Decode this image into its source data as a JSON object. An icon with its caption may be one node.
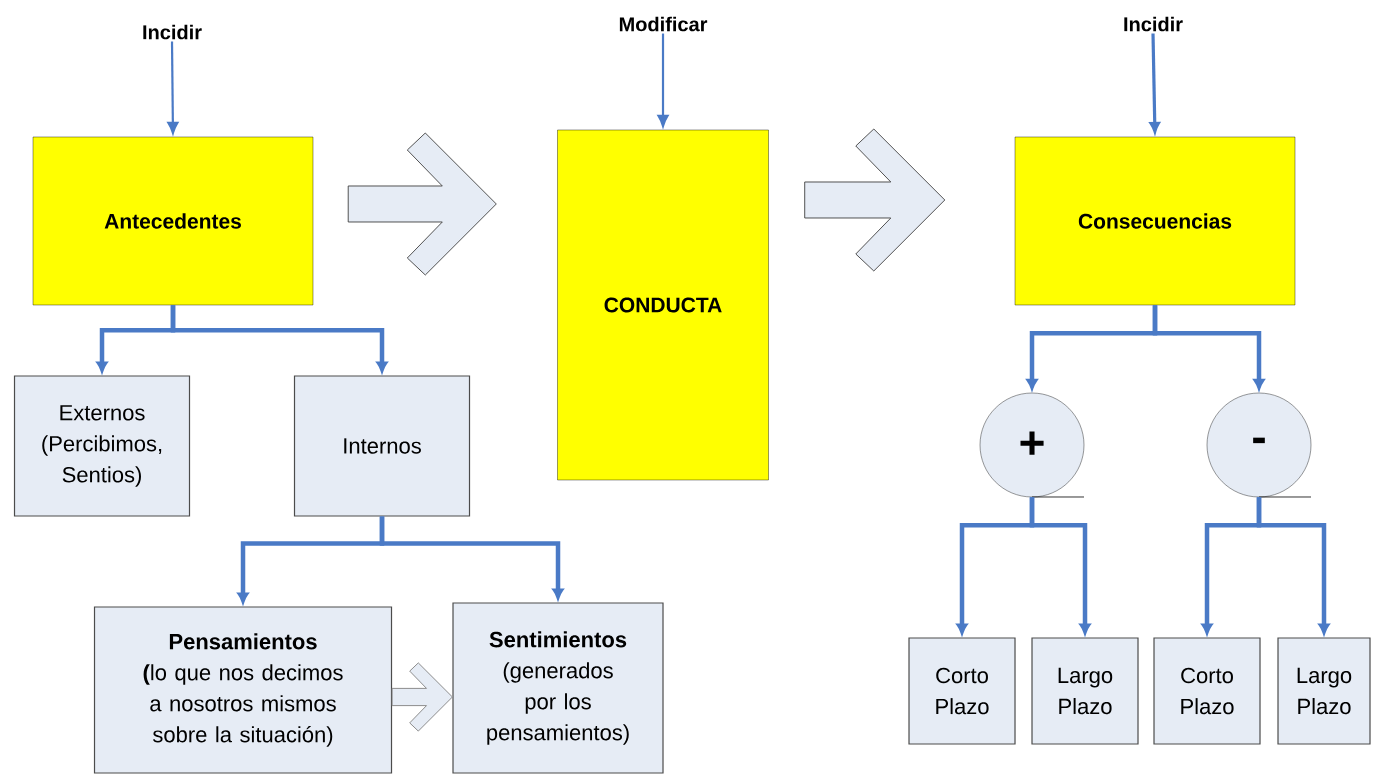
{
  "diagram": {
    "nodes": [
      {
        "text": [
          "Incidir"
        ]
      },
      {
        "text": [
          "Modificar"
        ]
      },
      {
        "text": [
          "Incidir"
        ]
      },
      {
        "text": [
          "Antecedentes"
        ]
      },
      {
        "text": [
          "CONDUCTA"
        ]
      },
      {
        "text": [
          "Consecuencias"
        ]
      },
      {
        "text": [
          "Externos (Percibimos, Sentios)"
        ]
      },
      {
        "text": [
          "Internos"
        ]
      },
      {
        "text": [
          "Pensamientos",
          "**(**lo que nos decimos a nosotros mismos sobre la situación)"
        ]
      },
      {
        "text": [
          "Sentimientos",
          "(generados por los pensamientos)"
        ]
      },
      {
        "text": [
          "+"
        ]
      },
      {
        "text": [
          "-"
        ]
      },
      {
        "text": [
          "Corto Plazo"
        ]
      },
      {
        "text": [
          "Largo Plazo"
        ]
      },
      {
        "text": [
          "Corto Plazo"
        ]
      },
      {
        "text": [
          "Largo Plazo"
        ]
      }
    ],
    "edges": [
      {
        "from": 0,
        "to": 3,
        "arrow": "to"
      },
      {
        "from": 1,
        "to": 4,
        "arrow": "to"
      },
      {
        "from": 2,
        "to": 5,
        "arrow": "to"
      },
      {
        "from": 3,
        "to": 4,
        "arrow": "to",
        "color": "#404040"
      },
      {
        "from": 4,
        "to": 5,
        "arrow": "to",
        "color": "#404040"
      },
      {
        "from": 3,
        "to": 6,
        "arrow": "to"
      },
      {
        "from": 3,
        "to": 7,
        "arrow": "to"
      },
      {
        "from": 7,
        "to": 8,
        "arrow": "to"
      },
      {
        "from": 7,
        "to": 9,
        "arrow": "to"
      },
      {
        "from": 8,
        "to": 9,
        "arrow": "to",
        "color": "#808080"
      },
      {
        "from": 5,
        "to": 10,
        "arrow": "to"
      },
      {
        "from": 5,
        "to": 11,
        "arrow": "to"
      },
      {
        "from": 10,
        "to": 12,
        "arrow": "to"
      },
      {
        "from": 10,
        "to": 13,
        "arrow": "to"
      },
      {
        "from": 11,
        "to": 14,
        "arrow": "to"
      },
      {
        "from": 11,
        "to": 15,
        "arrow": "to"
      }
    ]
  }
}
